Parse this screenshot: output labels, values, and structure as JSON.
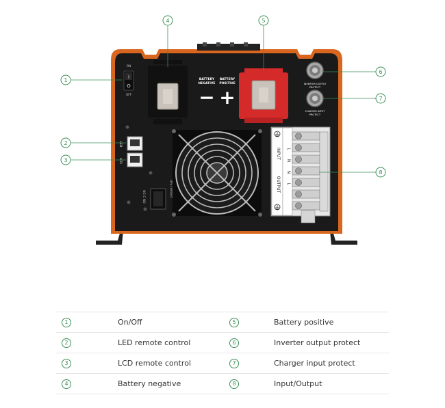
{
  "callouts": [
    {
      "num": "1",
      "label": "On/Off"
    },
    {
      "num": "2",
      "label": "LED remote control"
    },
    {
      "num": "3",
      "label": "LCD remote control"
    },
    {
      "num": "4",
      "label": "Battery negative"
    },
    {
      "num": "5",
      "label": "Battery positive"
    },
    {
      "num": "6",
      "label": "Inverter output protect"
    },
    {
      "num": "7",
      "label": "Charger input protect"
    },
    {
      "num": "8",
      "label": "Input/Output"
    }
  ],
  "panel": {
    "switch_on": "ON",
    "switch_off": "OFF",
    "switch_mark_on": "I",
    "switch_mark_off": "O",
    "port_led": "LED",
    "port_lcd": "LCD",
    "battery_negative_label_1": "BATTERY",
    "battery_negative_label_2": "NEGATIVE",
    "battery_positive_label_1": "BATTERY",
    "battery_positive_label_2": "POSITIVE",
    "minus_sign": "−",
    "plus_sign": "+",
    "inverter_protect_label_1": "INVERTER OUTPUT",
    "inverter_protect_label_2": "PROTECT",
    "charger_protect_label_1": "CHARGER INPUT",
    "charger_protect_label_2": "PROTECT",
    "dry_contact": "Dry contact",
    "nc_no": "NC C NO",
    "terminal_input": "INPUT",
    "terminal_output": "OUTPUT",
    "terminal_letters": [
      "L",
      "N",
      "N",
      "L"
    ]
  },
  "colors": {
    "housing": "#1a1a1a",
    "trim": "#d9661f",
    "positive_terminal": "#d42a2a",
    "callout": "#3b8f57"
  }
}
